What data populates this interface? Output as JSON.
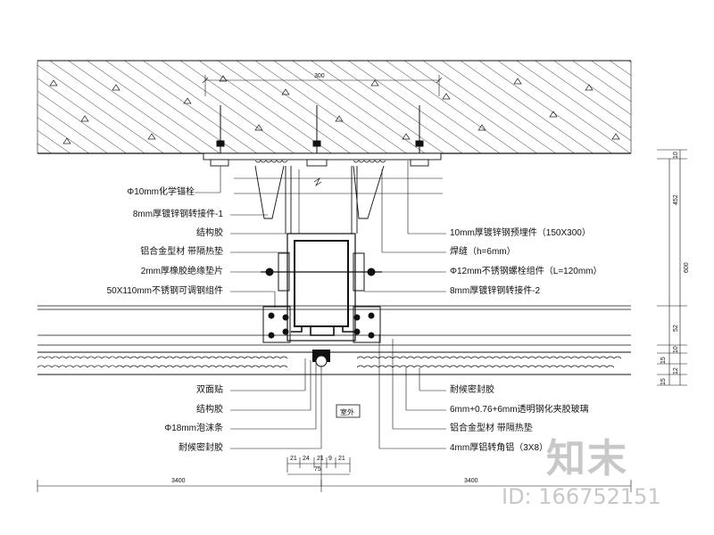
{
  "labels_left": [
    "Φ10mm化学锚栓",
    "8mm厚镀锌钢转接件-1",
    "结构胶",
    "铝合金型材  带隔热垫",
    "2mm厚橡胶绝缘垫片",
    "50X110mm不锈钢可调钢组件",
    "双面贴",
    "结构胶",
    "Φ18mm泡沫条",
    "耐候密封胶"
  ],
  "labels_right": [
    "10mm厚镀锌钢预埋件（150X300）",
    "焊缝（h=6mm）",
    "Φ12mm不锈钢螺栓组件（L=120mm）",
    "8mm厚镀锌钢转接件-2",
    "耐候密封胶",
    "6mm+0.76+6mm透明钢化夹胶玻璃",
    "铝合金型材  带隔热垫",
    "4mm厚铝转角铝（3X8）"
  ],
  "dims": {
    "top": "300",
    "right": [
      "10",
      "452",
      "600",
      "52",
      "10",
      "15",
      "12",
      "15"
    ],
    "bottom_parts": [
      "21",
      "24",
      "21",
      "9",
      "21"
    ],
    "bottom_total": "75",
    "bottom_left": "3400",
    "bottom_right": "3400",
    "tag": "室外"
  },
  "watermark": {
    "logo": "知末",
    "id": "ID: 166752151"
  }
}
